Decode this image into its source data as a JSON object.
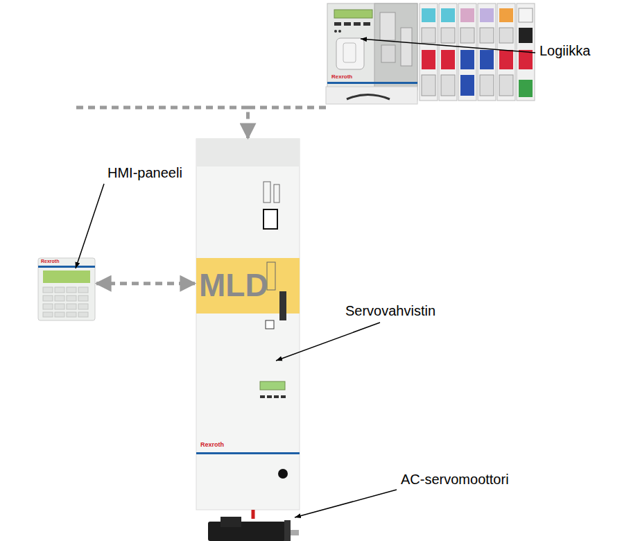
{
  "diagram": {
    "nodes": [
      {
        "text": [
          "Logiikka",
          "Rexroth"
        ]
      },
      {
        "text": [
          "HMI-paneeli",
          "Rexroth"
        ]
      },
      {
        "text": [
          "Servovahvistin",
          "MLD",
          "Rexroth"
        ]
      },
      {
        "text": [
          "AC-servomoottori"
        ]
      }
    ],
    "edges": [
      {
        "from": 0,
        "to": 2,
        "arrow": "to"
      },
      {
        "from": 1,
        "to": 2,
        "arrow": "both"
      },
      {
        "from": 2,
        "to": 3,
        "arrow": "none"
      }
    ]
  }
}
